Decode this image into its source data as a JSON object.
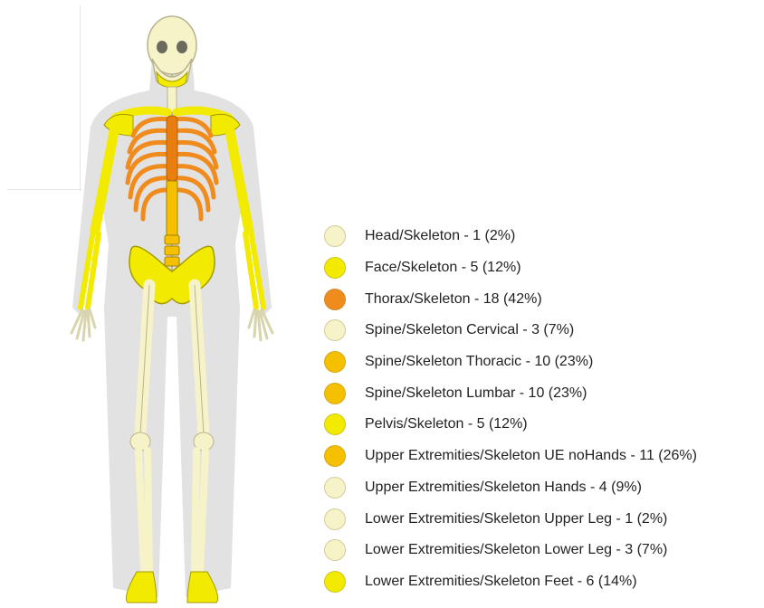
{
  "legend": {
    "items": [
      {
        "label": "Head/Skeleton - 1 (2%)",
        "color": "#f6f3c9"
      },
      {
        "label": "Face/Skeleton - 5 (12%)",
        "color": "#f2ea00"
      },
      {
        "label": "Thorax/Skeleton - 18 (42%)",
        "color": "#f08c1e"
      },
      {
        "label": "Spine/Skeleton Cervical - 3 (7%)",
        "color": "#f6f3c9"
      },
      {
        "label": "Spine/Skeleton Thoracic - 10 (23%)",
        "color": "#f4c000"
      },
      {
        "label": "Spine/Skeleton Lumbar - 10 (23%)",
        "color": "#f4c000"
      },
      {
        "label": "Pelvis/Skeleton - 5 (12%)",
        "color": "#f2ea00"
      },
      {
        "label": "Upper Extremities/Skeleton UE noHands - 11 (26%)",
        "color": "#f4c000"
      },
      {
        "label": "Upper Extremities/Skeleton Hands - 4 (9%)",
        "color": "#f6f3c9"
      },
      {
        "label": "Lower Extremities/Skeleton Upper Leg - 1 (2%)",
        "color": "#f6f3c9"
      },
      {
        "label": "Lower Extremities/Skeleton Lower Leg - 3 (7%)",
        "color": "#f6f3c9"
      },
      {
        "label": "Lower Extremities/Skeleton Feet - 6 (14%)",
        "color": "#f2ea00"
      }
    ]
  }
}
